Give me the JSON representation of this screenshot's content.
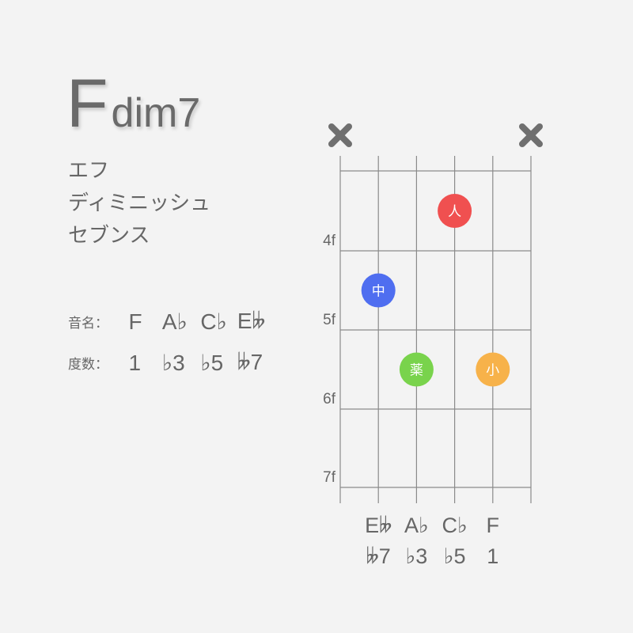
{
  "title": {
    "root": "F",
    "quality": "dim7"
  },
  "reading": [
    "エフ",
    "ディミニッシュ",
    "セブンス"
  ],
  "info": {
    "names_label": "音名：",
    "names": [
      "F",
      "A♭",
      "C♭",
      "E𝄫"
    ],
    "degrees_label": "度数：",
    "degrees": [
      "1",
      "♭3",
      "♭5",
      "𝄫7"
    ]
  },
  "diagram": {
    "strings": 6,
    "fret_labels": [
      "4f",
      "5f",
      "6f",
      "7f"
    ],
    "muted_strings": [
      1,
      6
    ],
    "dots": [
      {
        "string": 4,
        "fret": 1,
        "finger": "人",
        "color": "#f05050"
      },
      {
        "string": 2,
        "fret": 2,
        "finger": "中",
        "color": "#4f6ef0"
      },
      {
        "string": 3,
        "fret": 3,
        "finger": "薬",
        "color": "#79d34c"
      },
      {
        "string": 5,
        "fret": 3,
        "finger": "小",
        "color": "#f7b24a"
      }
    ],
    "bottom_notes": [
      {
        "string": 2,
        "note": "E𝄫",
        "degree": "𝄫7"
      },
      {
        "string": 3,
        "note": "A♭",
        "degree": "♭3"
      },
      {
        "string": 4,
        "note": "C♭",
        "degree": "♭5"
      },
      {
        "string": 5,
        "note": "F",
        "degree": "1"
      }
    ]
  }
}
